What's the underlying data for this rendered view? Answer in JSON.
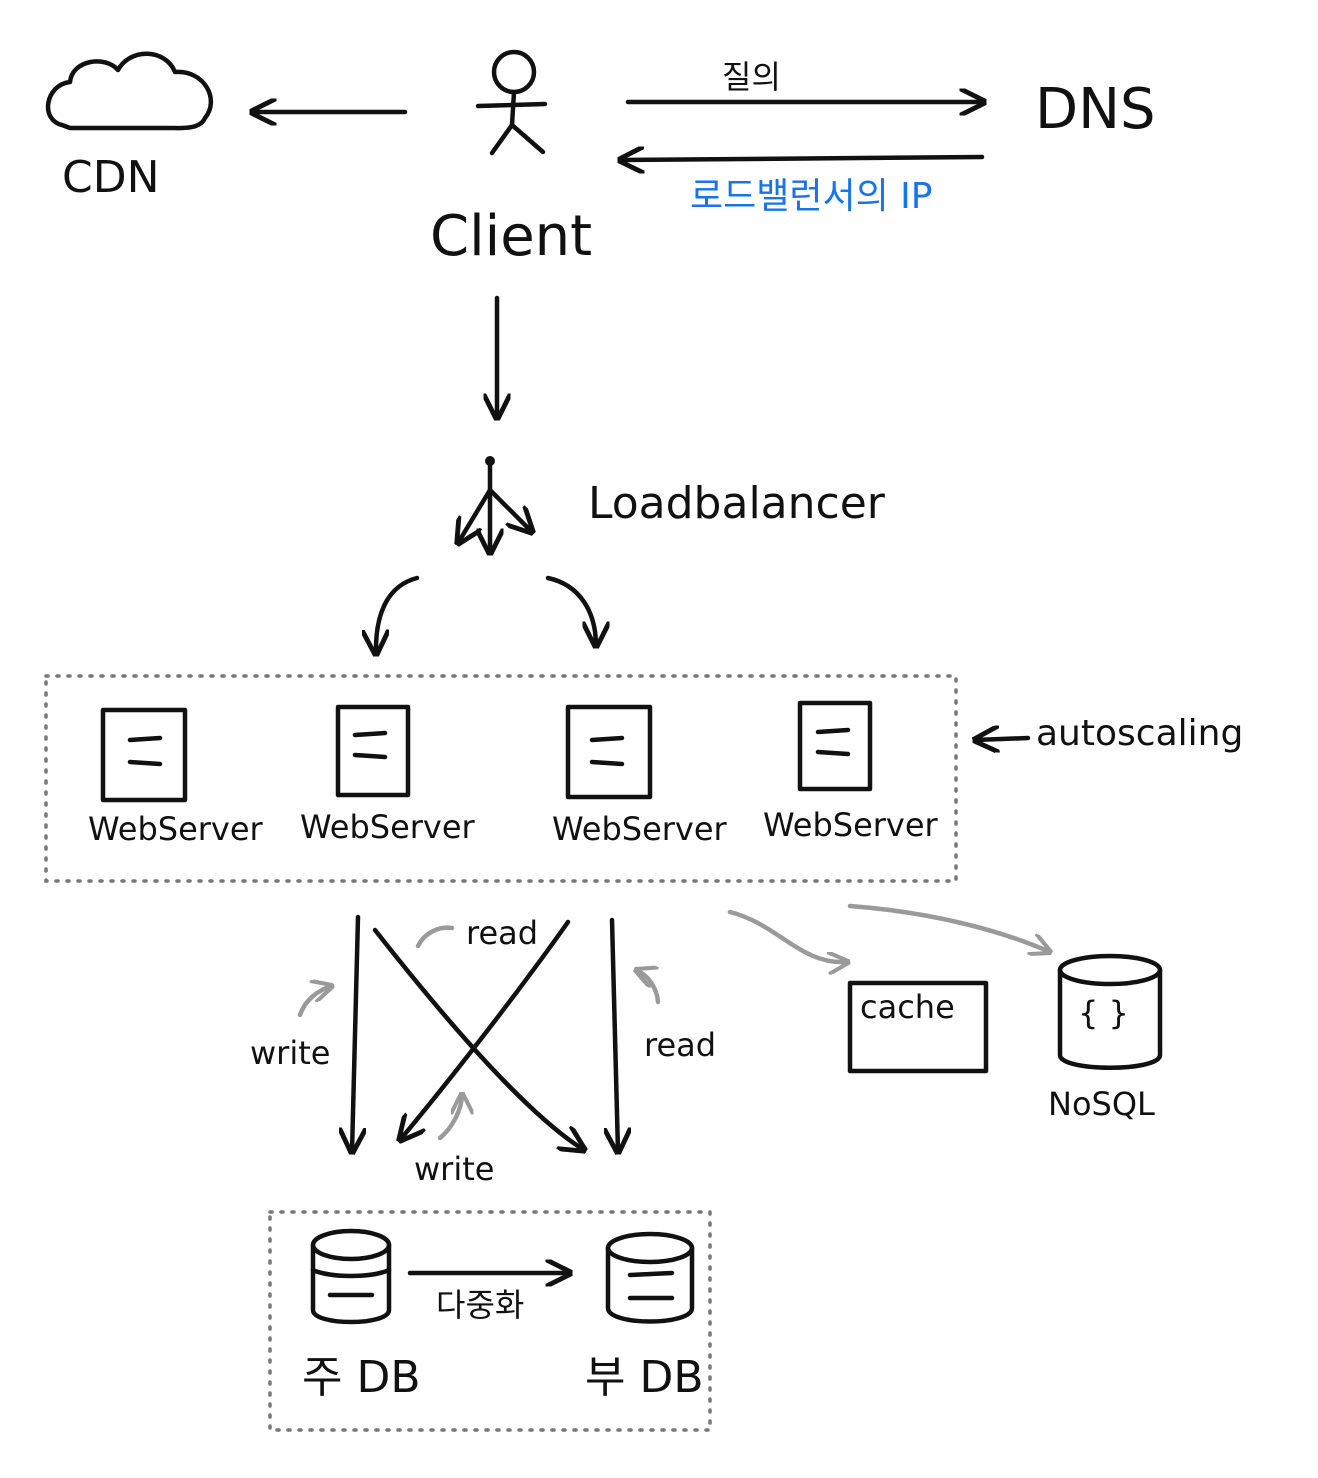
{
  "labels": {
    "cdn": "CDN",
    "client": "Client",
    "dns": "DNS",
    "query": "질의",
    "lb_ip": "로드밸런서의 IP",
    "load_balancer": "Loadbalancer",
    "autoscaling": "autoscaling",
    "webserver_1": "WebServer",
    "webserver_2": "WebServer",
    "webserver_3": "WebServer",
    "webserver_4": "WebServer",
    "read_1": "read",
    "read_2": "read",
    "write_1": "write",
    "write_2": "write",
    "cache": "cache",
    "nosql": "NoSQL",
    "nosql_symbol": "{ }",
    "replication": "다중화",
    "primary_db": "주 DB",
    "replica_db": "부 DB"
  },
  "colors": {
    "ink": "#111111",
    "blue_label": "#1a73e8",
    "grey_arrow": "#9a9a9a",
    "dotted_box": "#777777"
  },
  "icons": [
    "cloud-icon",
    "stick-figure-icon",
    "load-balancer-icon",
    "server-icon",
    "database-icon"
  ]
}
